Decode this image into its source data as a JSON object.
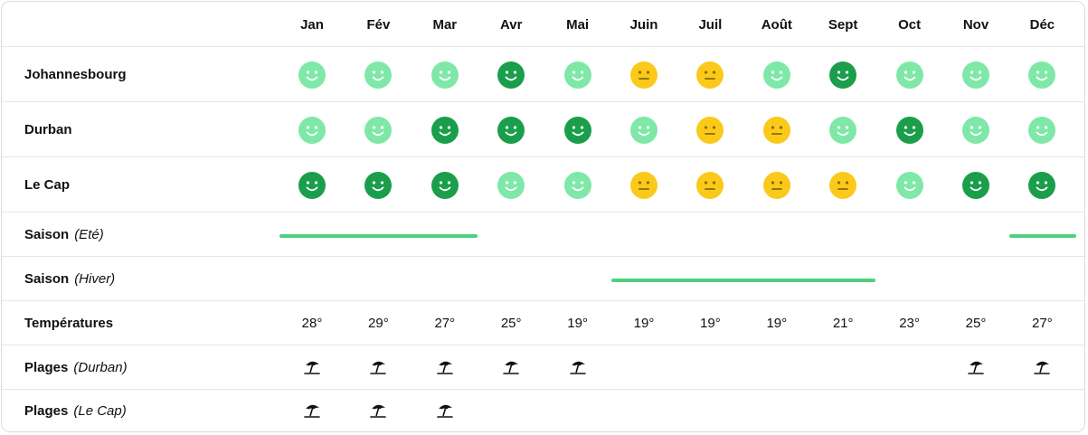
{
  "months": [
    "Jan",
    "Fév",
    "Mar",
    "Avr",
    "Mai",
    "Juin",
    "Juil",
    "Août",
    "Sept",
    "Oct",
    "Nov",
    "Déc"
  ],
  "colors": {
    "excellent": "#1a9e4b",
    "good": "#7fe8a8",
    "average": "#fbc91a",
    "season": "#4cd27f"
  },
  "cities": [
    {
      "name": "Johannesbourg",
      "ratings": [
        "good",
        "good",
        "good",
        "excellent",
        "good",
        "average",
        "average",
        "good",
        "excellent",
        "good",
        "good",
        "good"
      ]
    },
    {
      "name": "Durban",
      "ratings": [
        "good",
        "good",
        "excellent",
        "excellent",
        "excellent",
        "good",
        "average",
        "average",
        "good",
        "excellent",
        "good",
        "good"
      ]
    },
    {
      "name": "Le Cap",
      "ratings": [
        "excellent",
        "excellent",
        "excellent",
        "good",
        "good",
        "average",
        "average",
        "average",
        "average",
        "good",
        "excellent",
        "excellent"
      ]
    }
  ],
  "seasons": [
    {
      "label": "Saison",
      "sub": "(Eté)",
      "months_active": [
        "Jan",
        "Fév",
        "Mar",
        "Déc"
      ]
    },
    {
      "label": "Saison",
      "sub": "(Hiver)",
      "months_active": [
        "Juin",
        "Juil",
        "Août",
        "Sept"
      ]
    }
  ],
  "temperatures": {
    "label": "Températures",
    "values": [
      "28°",
      "29°",
      "27°",
      "25°",
      "19°",
      "19°",
      "19°",
      "19°",
      "21°",
      "23°",
      "25°",
      "27°"
    ]
  },
  "beaches": [
    {
      "label": "Plages",
      "sub": "(Durban)",
      "months": [
        "Jan",
        "Fév",
        "Mar",
        "Avr",
        "Mai",
        "Nov",
        "Déc"
      ]
    },
    {
      "label": "Plages",
      "sub": "(Le Cap)",
      "months": [
        "Jan",
        "Fév",
        "Mar"
      ]
    }
  ]
}
